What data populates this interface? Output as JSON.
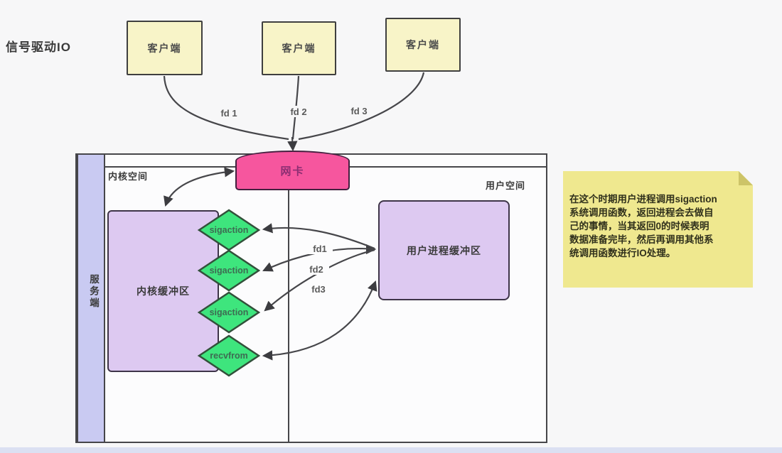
{
  "title": "信号驱动IO",
  "clients": [
    {
      "label": "客户端"
    },
    {
      "label": "客户端"
    },
    {
      "label": "客户端"
    }
  ],
  "fd_top_labels": [
    "fd 1",
    "fd 2",
    "fd 3"
  ],
  "nic": {
    "label": "网卡"
  },
  "regions": {
    "kernel_space": "内核空间",
    "user_space": "用户空间",
    "server": "服务端"
  },
  "kernel_buffer": {
    "label": "内核缓冲区"
  },
  "user_buffer": {
    "label": "用户进程缓冲区"
  },
  "syscalls": [
    {
      "label": "sigaction"
    },
    {
      "label": "sigaction"
    },
    {
      "label": "sigaction"
    },
    {
      "label": "recvfrom"
    }
  ],
  "fd_mid_labels": [
    "fd1",
    "fd2",
    "fd3"
  ],
  "note": {
    "lines": [
      "在这个时期用户进程调用sigaction",
      "系统调用函数，返回进程会去做自",
      "己的事情，当其返回0的时候表明",
      "数据准备完毕，然后再调用其他系",
      "统调用函数进行IO处理。"
    ]
  },
  "colors": {
    "client_fill": "#f8f4c8",
    "nic_fill": "#f6569e",
    "buffer_fill": "#ddc9f1",
    "diamond_fill": "#3ee57d",
    "note_fill": "#efe88f",
    "note_fold": "#cdc468",
    "server_bar_fill": "#c9caf2",
    "line_color": "#46464a",
    "bottom_strip": "#dbe0f2"
  }
}
